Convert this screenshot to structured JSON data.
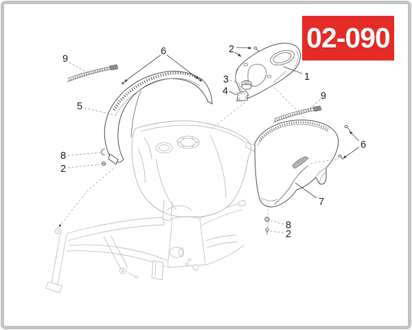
{
  "page": {
    "code": "02-090",
    "badge_color": "#e52b27",
    "border_color": "#c3c3c3"
  },
  "diagram": {
    "description_parts": {
      "top_console_cover": "1",
      "screw": "2",
      "grommet": "3",
      "bracket": "4",
      "left_side_cover": "5",
      "trim_screw": "6",
      "right_side_cover": "7",
      "clip": "8",
      "trim_strip": "9"
    }
  },
  "callouts": [
    {
      "id": "ref-9-left",
      "label": "9"
    },
    {
      "id": "ref-6-left",
      "label": "6"
    },
    {
      "id": "ref-2-top",
      "label": "2"
    },
    {
      "id": "ref-1",
      "label": "1"
    },
    {
      "id": "ref-3",
      "label": "3"
    },
    {
      "id": "ref-4",
      "label": "4"
    },
    {
      "id": "ref-9-right",
      "label": "9"
    },
    {
      "id": "ref-5",
      "label": "5"
    },
    {
      "id": "ref-6-right",
      "label": "6"
    },
    {
      "id": "ref-8-left",
      "label": "8"
    },
    {
      "id": "ref-2-left",
      "label": "2"
    },
    {
      "id": "ref-7",
      "label": "7"
    },
    {
      "id": "ref-8-right",
      "label": "8"
    },
    {
      "id": "ref-2-right",
      "label": "2"
    }
  ]
}
